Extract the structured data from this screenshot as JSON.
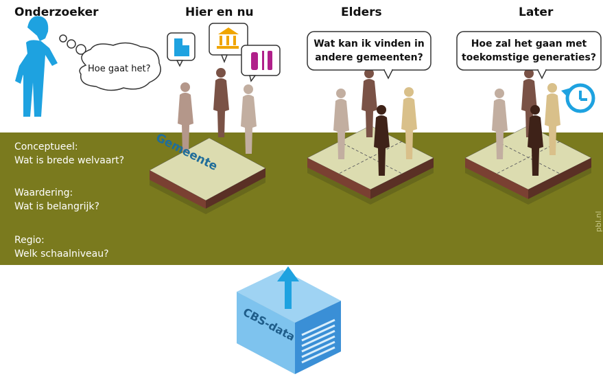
{
  "headers": {
    "researcher": "Onderzoeker",
    "here_now": "Hier en nu",
    "elsewhere": "Elders",
    "later": "Later"
  },
  "thought": "Hoe gaat het?",
  "speech": {
    "elsewhere_line1": "Wat kan ik vinden in",
    "elsewhere_line2": "andere gemeenten?",
    "later_line1": "Hoe zal het gaan met",
    "later_line2": "toekomstige generaties?"
  },
  "dimensions": [
    {
      "title": "Conceptueel:",
      "question": "Wat is  brede welvaart?"
    },
    {
      "title": "Waardering:",
      "question": "Wat is belangrijk?"
    },
    {
      "title": "Regio:",
      "question": "Welk schaalniveau?"
    }
  ],
  "tile_label": "Gemeente",
  "data_source": "CBS-data",
  "credit": "pbl.nl",
  "icons": [
    "person-thinking-icon",
    "office-building-icon",
    "museum-icon",
    "food-drink-icon",
    "clock-history-icon",
    "upload-arrow-icon"
  ],
  "colors": {
    "band": "#7a7a1e",
    "accent_blue": "#1ea2e0",
    "tile_top": "#dcdcb0",
    "tile_side": "#7a4032"
  }
}
